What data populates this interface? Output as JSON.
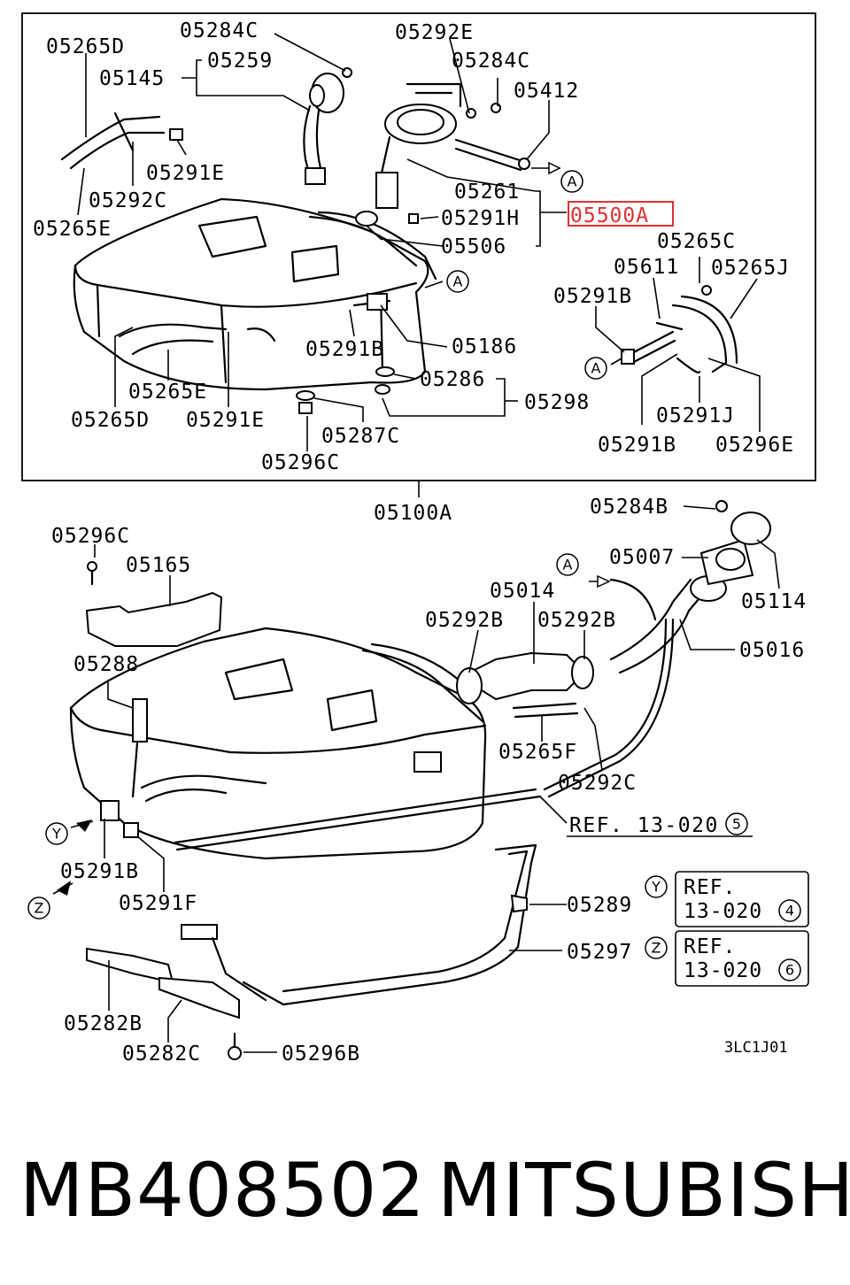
{
  "diagram": {
    "labels": {
      "p05265D_a": "05265D",
      "p05284C_a": "05284C",
      "p05292E": "05292E",
      "p05145": "05145",
      "p05259": "05259",
      "p05284C_b": "05284C",
      "p05412": "05412",
      "p05291E_a": "05291E",
      "p05292C_a": "05292C",
      "p05261": "05261",
      "p05291H": "05291H",
      "p05500A": "05500A",
      "p05265E_a": "05265E",
      "p05506": "05506",
      "p05265C": "05265C",
      "p05611": "05611",
      "p05265J": "05265J",
      "p05291B_a": "05291B",
      "p05291B_b": "05291B",
      "p05186": "05186",
      "p05286": "05286",
      "p05298": "05298",
      "p05265E_b": "05265E",
      "p05265D_b": "05265D",
      "p05291E_b": "05291E",
      "p05287C": "05287C",
      "p05291J": "05291J",
      "p05291B_c": "05291B",
      "p05296E": "05296E",
      "p05296C_a": "05296C",
      "p05100A": "05100A",
      "p05284B": "05284B",
      "p05296C_b": "05296C",
      "p05165": "05165",
      "p05007": "05007",
      "p05014": "05014",
      "p05114": "05114",
      "p05292B_a": "05292B",
      "p05292B_b": "05292B",
      "p05288": "05288",
      "p05016": "05016",
      "p05265F": "05265F",
      "p05292C_b": "05292C",
      "ref5": "REF. 13-020",
      "p05291B_d": "05291B",
      "p05291F": "05291F",
      "p05289": "05289",
      "p05297": "05297",
      "p05282B": "05282B",
      "p05282C": "05282C",
      "p05296B": "05296B",
      "drawing_code": "3LC1J01"
    },
    "callouts": {
      "a": "A",
      "y": "Y",
      "z": "Z",
      "n4": "4",
      "n5": "5",
      "n6": "6"
    },
    "ref_boxes": {
      "ref4_line1": "REF.",
      "ref4_line2": "13-020",
      "ref6_line1": "REF.",
      "ref6_line2": "13-020"
    },
    "highlight_color": "#e03030"
  },
  "footer": {
    "part_number": "MB408502",
    "brand": "MITSUBISHI"
  }
}
